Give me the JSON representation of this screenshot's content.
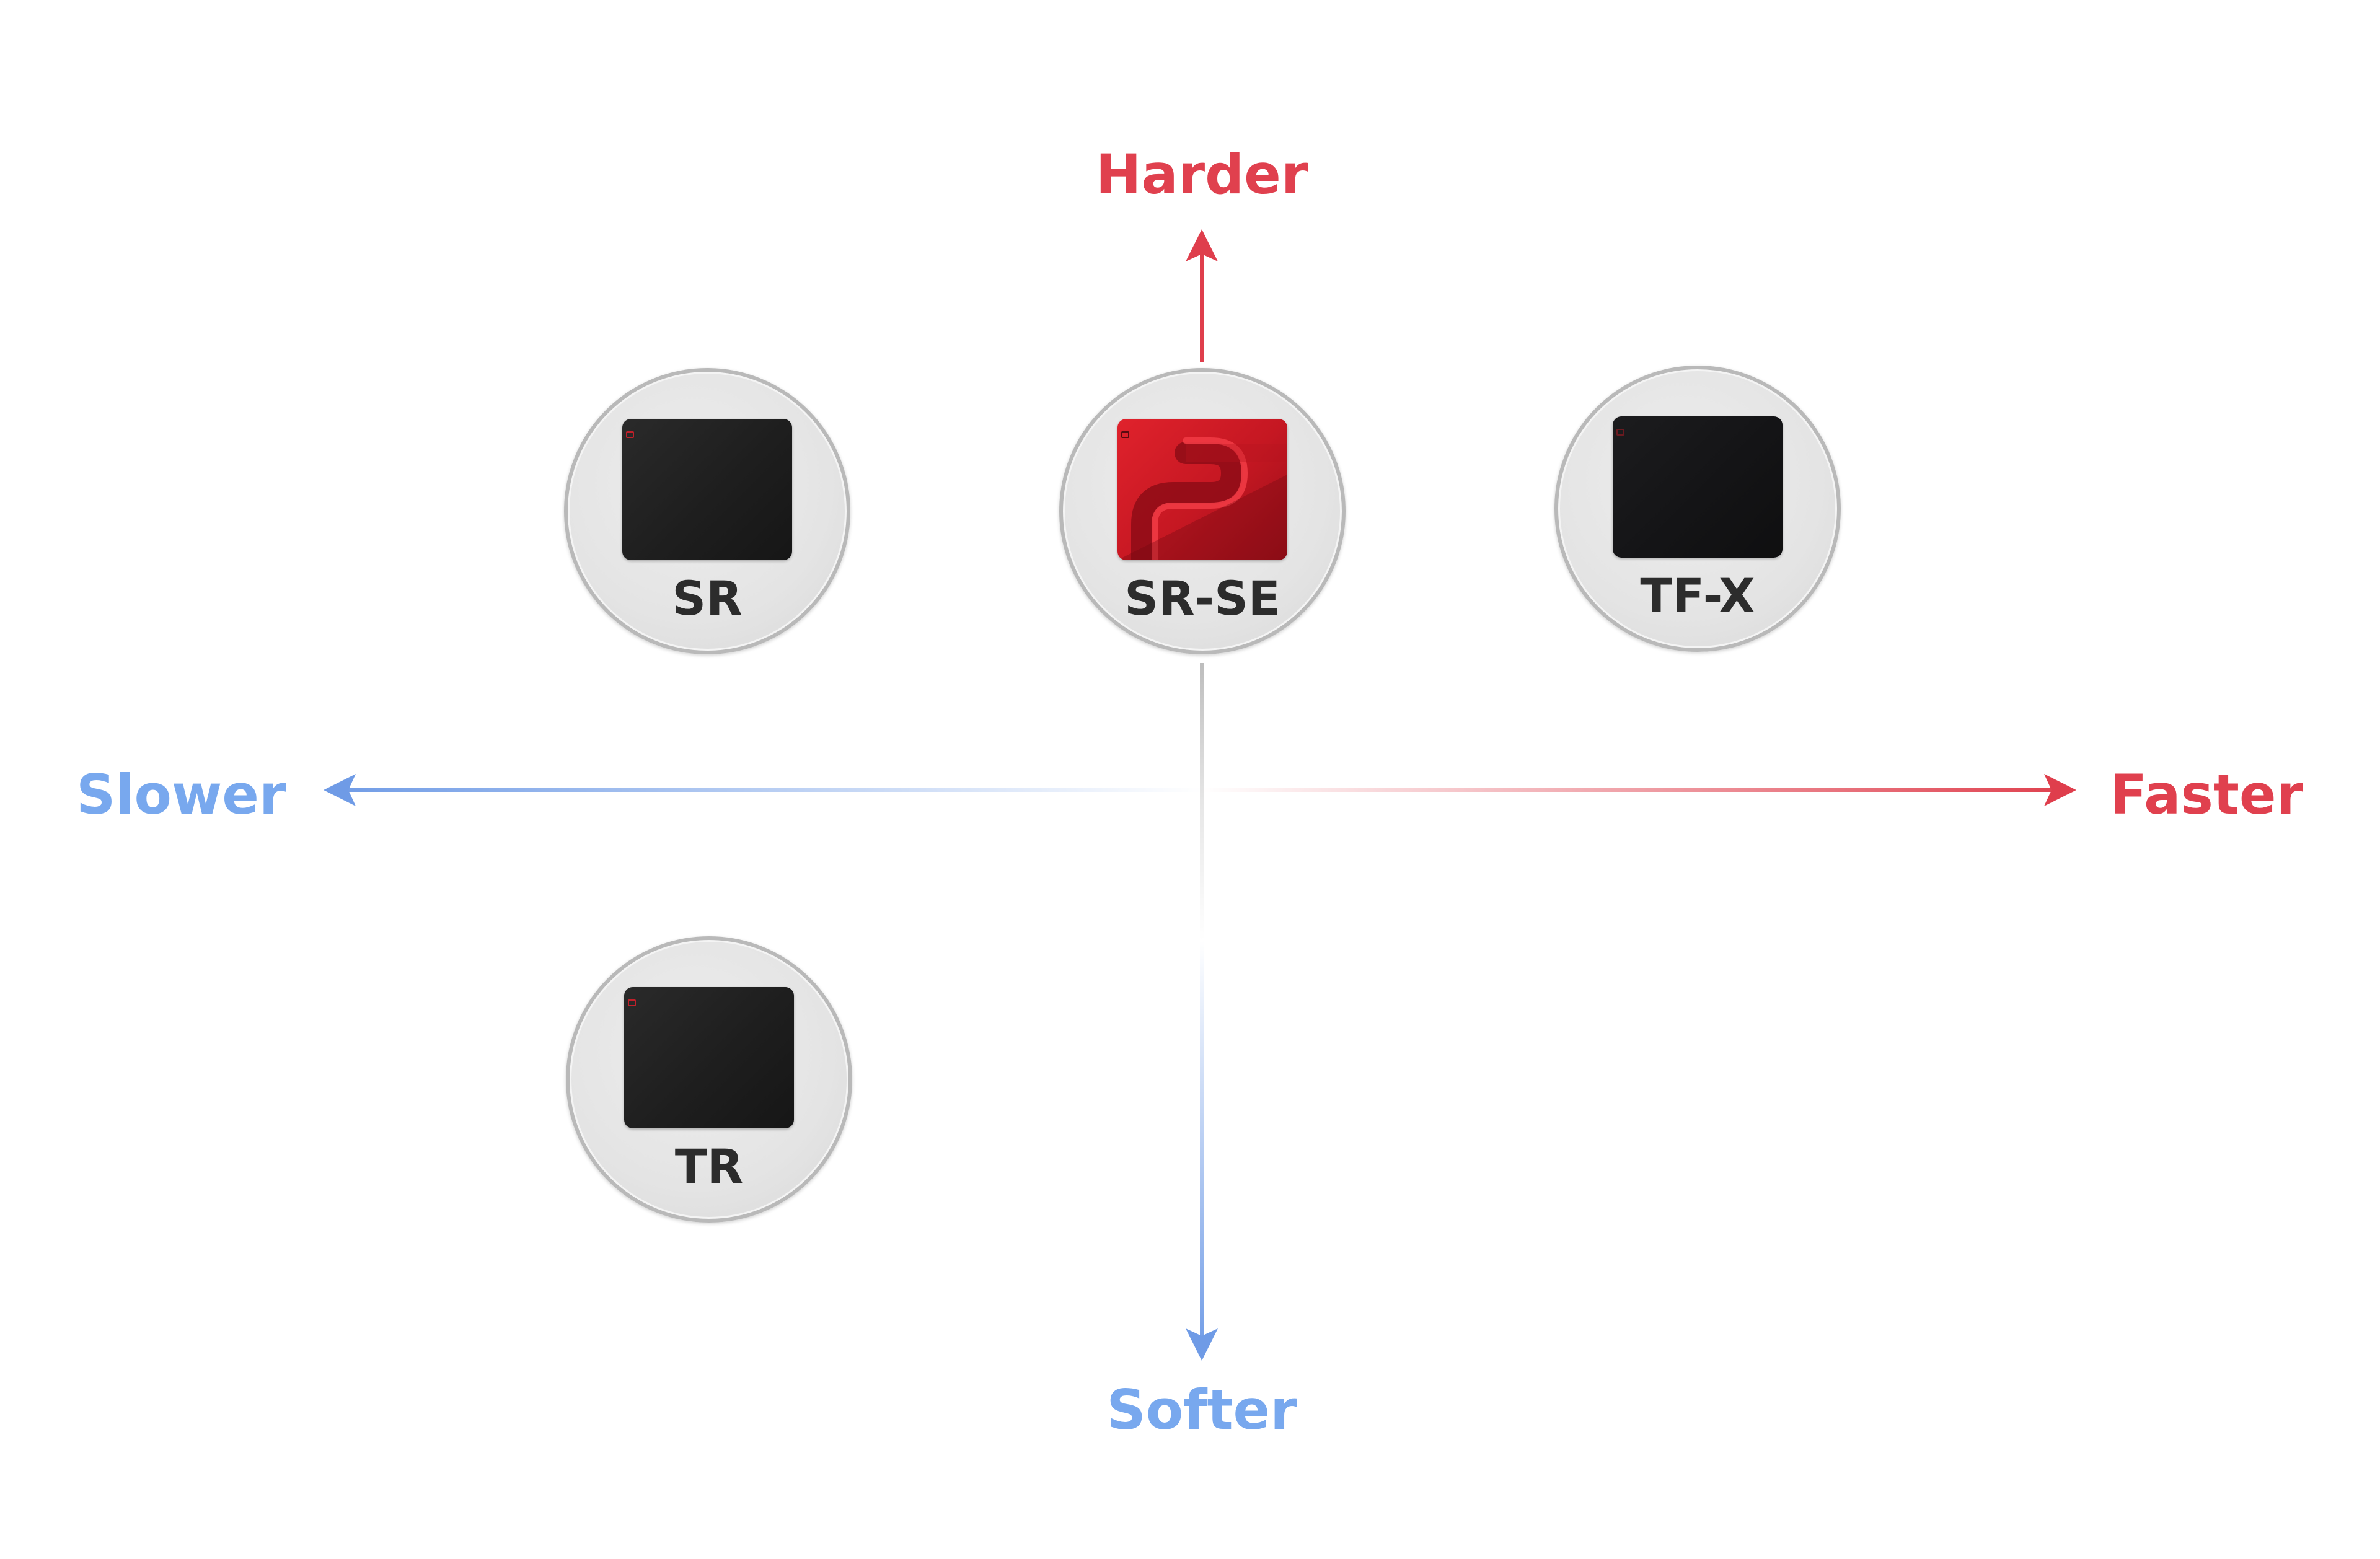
{
  "axes": {
    "up": {
      "label": "Harder",
      "color": "#e0404e"
    },
    "down": {
      "label": "Softer",
      "color": "#78a8ee"
    },
    "left": {
      "label": "Slower",
      "color": "#78a8ee"
    },
    "right": {
      "label": "Faster",
      "color": "#e0404e"
    }
  },
  "pads": [
    {
      "name": "SR",
      "style": "black-mat"
    },
    {
      "name": "SR-SE",
      "style": "red-mat"
    },
    {
      "name": "TF-X",
      "style": "black-mat"
    },
    {
      "name": "TR",
      "style": "black-mat"
    }
  ],
  "colors": {
    "accent_red": "#e0404e",
    "accent_blue": "#78a8ee",
    "label_dark": "#2c2c2c"
  }
}
